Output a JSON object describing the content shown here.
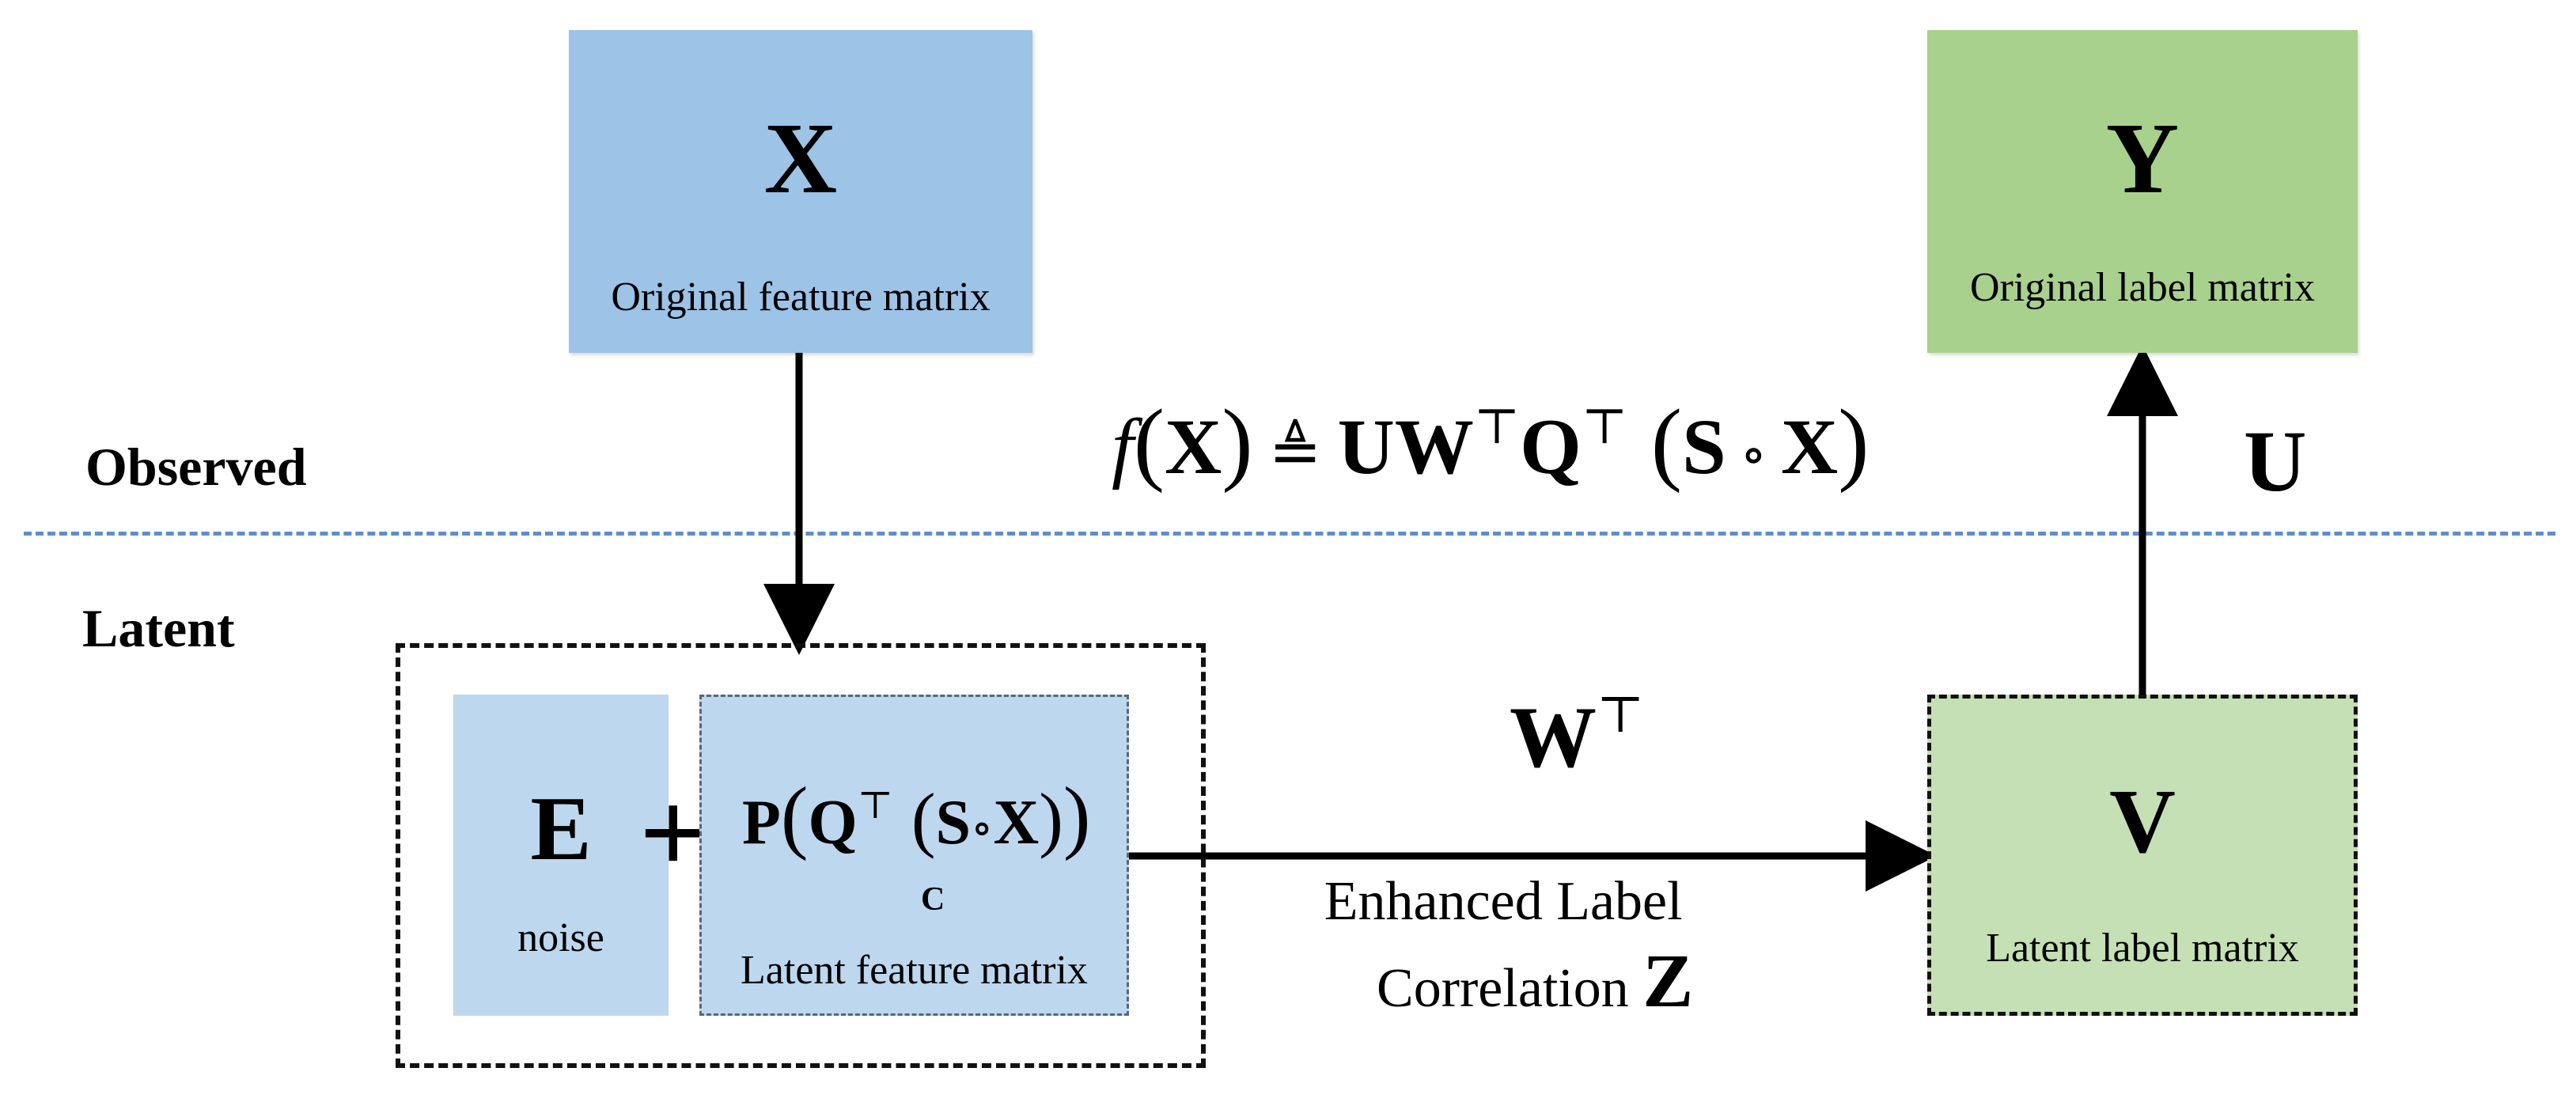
{
  "layers": {
    "observed": "Observed",
    "latent": "Latent"
  },
  "nodes": {
    "x": {
      "symbol": "X",
      "caption": "Original feature matrix"
    },
    "y": {
      "symbol": "Y",
      "caption": "Original label matrix"
    },
    "e": {
      "symbol": "E",
      "caption": "noise"
    },
    "latent_feature": {
      "formula_p": "P",
      "formula_q": "Q",
      "formula_transpose": "⊤",
      "formula_s": "S",
      "formula_circ": "∘",
      "formula_x": "X",
      "underbrace_label": "C",
      "caption": "Latent feature matrix"
    },
    "v": {
      "symbol": "V",
      "caption": "Latent label matrix"
    }
  },
  "plus": "+",
  "model_formula": {
    "f": "f",
    "x": "X",
    "defined_as": "≜",
    "u": "U",
    "w": "W",
    "q": "Q",
    "transpose": "⊤",
    "s": "S",
    "circ": "∘",
    "x2": "X"
  },
  "edges": {
    "u_label": "U",
    "w_label": "W",
    "w_transpose": "⊤",
    "enhanced_line1": "Enhanced Label",
    "enhanced_line2": "Correlation",
    "z_symbol": "Z"
  },
  "colors": {
    "feature_blue": "#9dc3e6",
    "latent_blue": "#bdd7ee",
    "label_green": "#a9d18e",
    "latent_green": "#c5e0b4",
    "divider_blue": "#5b8fcf"
  }
}
